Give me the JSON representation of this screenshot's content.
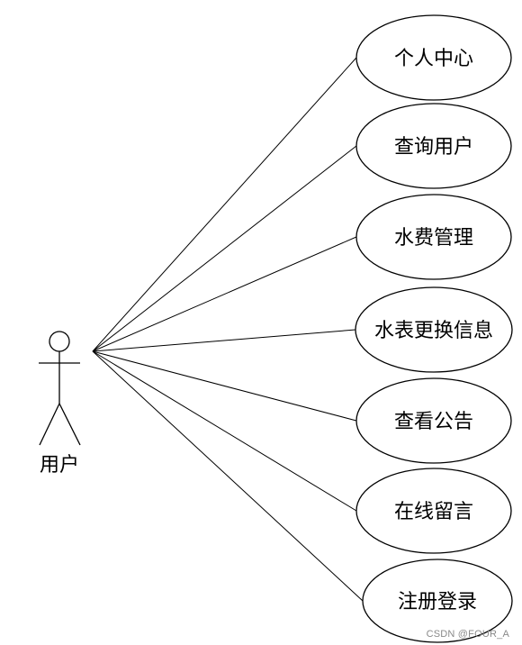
{
  "actor": {
    "label": "用户"
  },
  "use_cases": [
    {
      "label": "个人中心"
    },
    {
      "label": "查询用户"
    },
    {
      "label": "水费管理"
    },
    {
      "label": "水表更换信息"
    },
    {
      "label": "查看公告"
    },
    {
      "label": "在线留言"
    },
    {
      "label": "注册登录"
    }
  ],
  "watermark": "CSDN @FOUR_A",
  "colors": {
    "stroke": "#000000",
    "background": "#ffffff"
  }
}
